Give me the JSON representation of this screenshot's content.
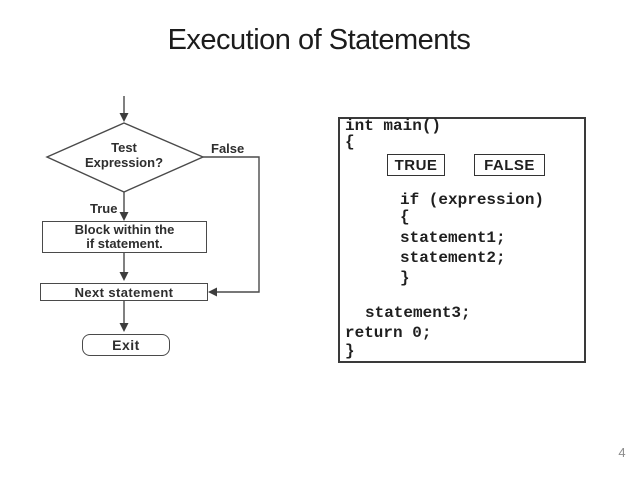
{
  "slide": {
    "title": "Execution of Statements",
    "page_number": "4"
  },
  "flowchart": {
    "diamond_line1": "Test",
    "diamond_line2": "Expression?",
    "true_label": "True",
    "false_label": "False",
    "block_line1": "Block within the",
    "block_line2": "if statement.",
    "next_label": "Next statement",
    "exit_label": "Exit"
  },
  "code_panel": {
    "true_label": "TRUE",
    "false_label": "FALSE",
    "lines": [
      "int main()",
      "{",
      "if (expression)",
      "{",
      "statement1;",
      "statement2;",
      "}",
      "statement3;",
      "return 0;",
      "}"
    ]
  },
  "colors": {
    "background": "#ffffff",
    "title_text": "#1c1c1c",
    "diagram_stroke": "#4a4a4a",
    "code_stroke": "#2f2f2f",
    "code_text": "#1f1f1f",
    "page_number_text": "#8c8c8c"
  }
}
